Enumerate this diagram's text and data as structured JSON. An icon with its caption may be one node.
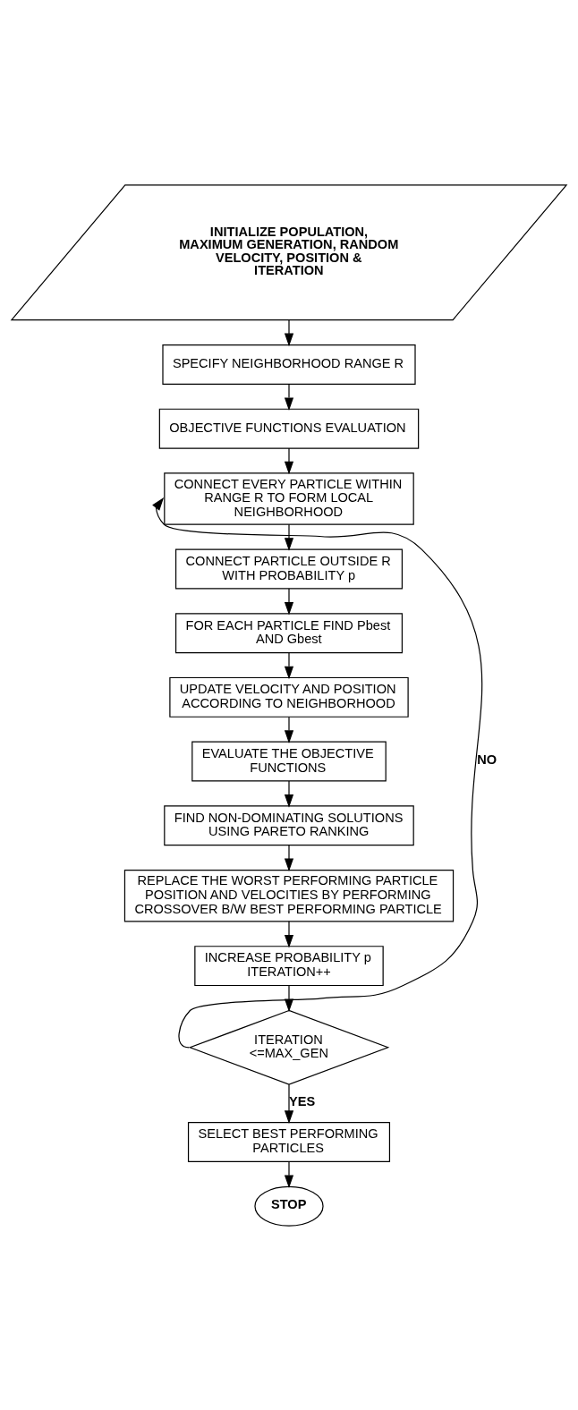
{
  "diagram": {
    "nodes": [
      {
        "text": [
          "INITIALIZE POPULATION, MAXIMUM GENERATION, RANDOM VELOCITY, POSITION & ITERATION"
        ]
      },
      {
        "text": [
          "SPECIFY NEIGHBORHOOD RANGE R"
        ]
      },
      {
        "text": [
          "OBJECTIVE FUNCTIONS EVALUATION"
        ]
      },
      {
        "text": [
          "CONNECT EVERY PARTICLE WITHIN RANGE R TO FORM LOCAL NEIGHBORHOOD"
        ]
      },
      {
        "text": [
          "CONNECT PARTICLE OUTSIDE R WITH PROBABILITY p"
        ]
      },
      {
        "text": [
          "FOR EACH PARTICLE FIND Pbest AND Gbest"
        ]
      },
      {
        "text": [
          "UPDATE VELOCITY AND POSITION ACCORDING TO NEIGHBORHOOD"
        ]
      },
      {
        "text": [
          "EVALUATE THE OBJECTIVE FUNCTIONS"
        ]
      },
      {
        "text": [
          "FIND NON-DOMINATING SOLUTIONS USING PARETO RANKING"
        ]
      },
      {
        "text": [
          "REPLACE THE WORST PERFORMING PARTICLE POSITION AND VELOCITIES BY PERFORMING CROSSOVER B/W BEST PERFORMING PARTICLE"
        ]
      },
      {
        "text": [
          "INCREASE PROBABILITY p ITERATION++"
        ]
      },
      {
        "text": [
          "ITERATION <=MAX_GEN"
        ]
      },
      {
        "text": [
          "SELECT BEST PERFORMING PARTICLES"
        ]
      },
      {
        "text": [
          "STOP"
        ]
      }
    ],
    "edges": [
      {
        "from": 0,
        "to": 1,
        "arrow": "to"
      },
      {
        "from": 1,
        "to": 2,
        "arrow": "to"
      },
      {
        "from": 2,
        "to": 3,
        "arrow": "to"
      },
      {
        "from": 3,
        "to": 4,
        "arrow": "to"
      },
      {
        "from": 4,
        "to": 5,
        "arrow": "to"
      },
      {
        "from": 5,
        "to": 6,
        "arrow": "to"
      },
      {
        "from": 6,
        "to": 7,
        "arrow": "to"
      },
      {
        "from": 7,
        "to": 8,
        "arrow": "to"
      },
      {
        "from": 8,
        "to": 9,
        "arrow": "to"
      },
      {
        "from": 9,
        "to": 10,
        "arrow": "to"
      },
      {
        "from": 10,
        "to": 11,
        "arrow": "to"
      },
      {
        "from": 11,
        "to": 3,
        "label": "NO",
        "arrow": "to"
      },
      {
        "from": 11,
        "to": 12,
        "label": "YES",
        "arrow": "to"
      },
      {
        "from": 12,
        "to": 13,
        "arrow": "to"
      }
    ]
  }
}
